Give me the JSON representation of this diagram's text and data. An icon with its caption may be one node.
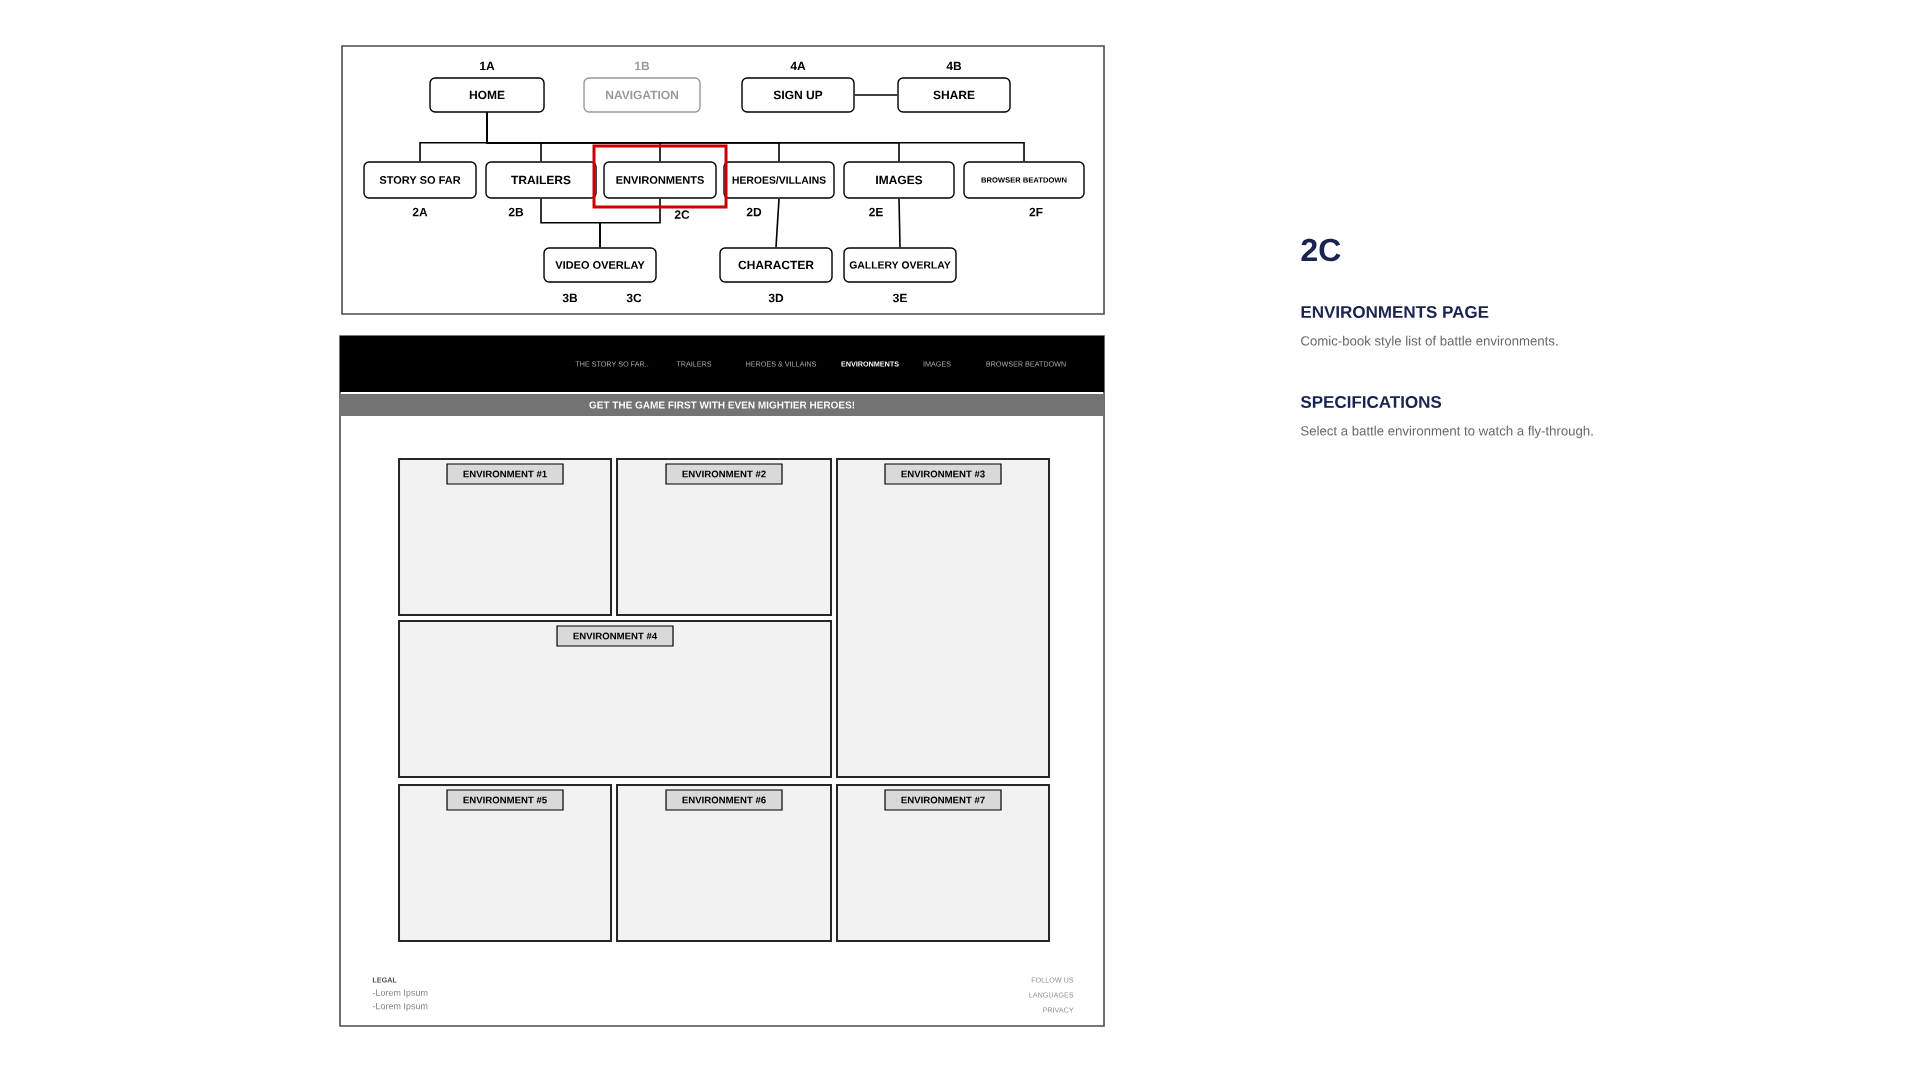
{
  "diagram": {
    "nodes": [
      {
        "text": [
          "HOME"
        ],
        "beside": [
          "1A"
        ]
      },
      {
        "text": [
          "NAVIGATION"
        ],
        "beside": [
          "1B"
        ]
      },
      {
        "text": [
          "SIGN UP"
        ],
        "beside": [
          "4A"
        ]
      },
      {
        "text": [
          "SHARE"
        ],
        "beside": [
          "4B"
        ]
      },
      {
        "text": [
          "STORY SO FAR"
        ],
        "beside": [
          "2A"
        ]
      },
      {
        "text": [
          "TRAILERS"
        ],
        "beside": [
          "2B"
        ]
      },
      {
        "text": [
          "ENVIRONMENTS"
        ],
        "beside": [
          "2C"
        ]
      },
      {
        "text": [
          "HEROES/VILLAINS"
        ],
        "beside": [
          "2D"
        ]
      },
      {
        "text": [
          "IMAGES"
        ],
        "beside": [
          "2E"
        ]
      },
      {
        "text": [
          "BROWSER BEATDOWN"
        ],
        "beside": [
          "2F"
        ]
      },
      {
        "text": [
          "VIDEO OVERLAY"
        ],
        "beside": [
          "3B",
          "3C"
        ]
      },
      {
        "text": [
          "CHARACTER"
        ],
        "beside": [
          "3D"
        ]
      },
      {
        "text": [
          "GALLERY OVERLAY"
        ],
        "beside": [
          "3E"
        ]
      },
      {
        "text": [
          "ENVIRONMENT #1"
        ]
      },
      {
        "text": [
          "ENVIRONMENT #2"
        ]
      },
      {
        "text": [
          "ENVIRONMENT #3"
        ]
      },
      {
        "text": [
          "ENVIRONMENT #4"
        ]
      },
      {
        "text": [
          "ENVIRONMENT #5"
        ]
      },
      {
        "text": [
          "ENVIRONMENT #6"
        ]
      },
      {
        "text": [
          "ENVIRONMENT #7"
        ]
      }
    ],
    "edges": [
      {
        "from": 0,
        "to": 4,
        "arrow": "none"
      },
      {
        "from": 0,
        "to": 5,
        "arrow": "none"
      },
      {
        "from": 0,
        "to": 6,
        "arrow": "none"
      },
      {
        "from": 0,
        "to": 7,
        "arrow": "none"
      },
      {
        "from": 0,
        "to": 8,
        "arrow": "none"
      },
      {
        "from": 0,
        "to": 9,
        "arrow": "none"
      },
      {
        "from": 2,
        "to": 3,
        "arrow": "none"
      },
      {
        "from": 5,
        "to": 10,
        "arrow": "none"
      },
      {
        "from": 6,
        "to": 10,
        "arrow": "none"
      },
      {
        "from": 7,
        "to": 11,
        "arrow": "none"
      },
      {
        "from": 8,
        "to": 12,
        "arrow": "none"
      }
    ],
    "labels": [
      "THE STORY SO FAR..",
      "TRAILERS",
      "HEROES & VILLAINS",
      "ENVIRONMENTS",
      "IMAGES",
      "BROWSER BEATDOWN",
      "GET THE GAME FIRST WITH EVEN MIGHTIER HEROES!",
      "LEGAL",
      "-Lorem Ipsum",
      "-Lorem Ipsum",
      "FOLLOW US",
      "LANGUAGES",
      "PRIVACY",
      "2C",
      "ENVIRONMENTS PAGE",
      "Comic-book style list of battle environments.",
      "SPECIFICATIONS",
      "Select a battle environment to watch a fly-through."
    ]
  }
}
